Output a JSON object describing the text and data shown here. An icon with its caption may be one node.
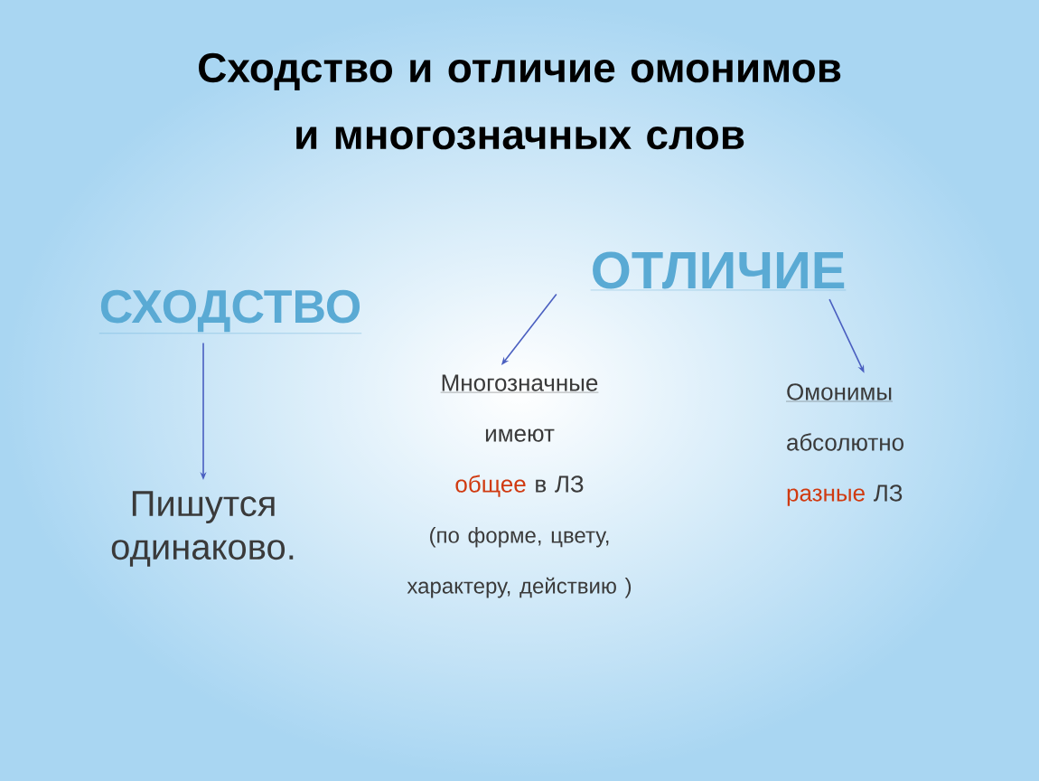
{
  "diagram": {
    "title": "Сходство и отличие омонимов и многозначных слов",
    "nodes": [
      {
        "text": [
          "СХОДСТВО"
        ]
      },
      {
        "text": [
          "Пишутся одинаково."
        ]
      },
      {
        "text": [
          "ОТЛИЧИЕ"
        ]
      },
      {
        "text": [
          "Многозначные",
          "имеют",
          "общее",
          "в ЛЗ",
          "(по форме, цвету, характеру, действию )"
        ]
      },
      {
        "text": [
          "Омонимы",
          "абсолютно",
          "разные",
          "ЛЗ"
        ]
      }
    ],
    "edges": [
      {
        "from": 0,
        "to": 1,
        "arrow": "to"
      },
      {
        "from": 2,
        "to": 3,
        "arrow": "to"
      },
      {
        "from": 2,
        "to": 4,
        "arrow": "to"
      }
    ]
  }
}
